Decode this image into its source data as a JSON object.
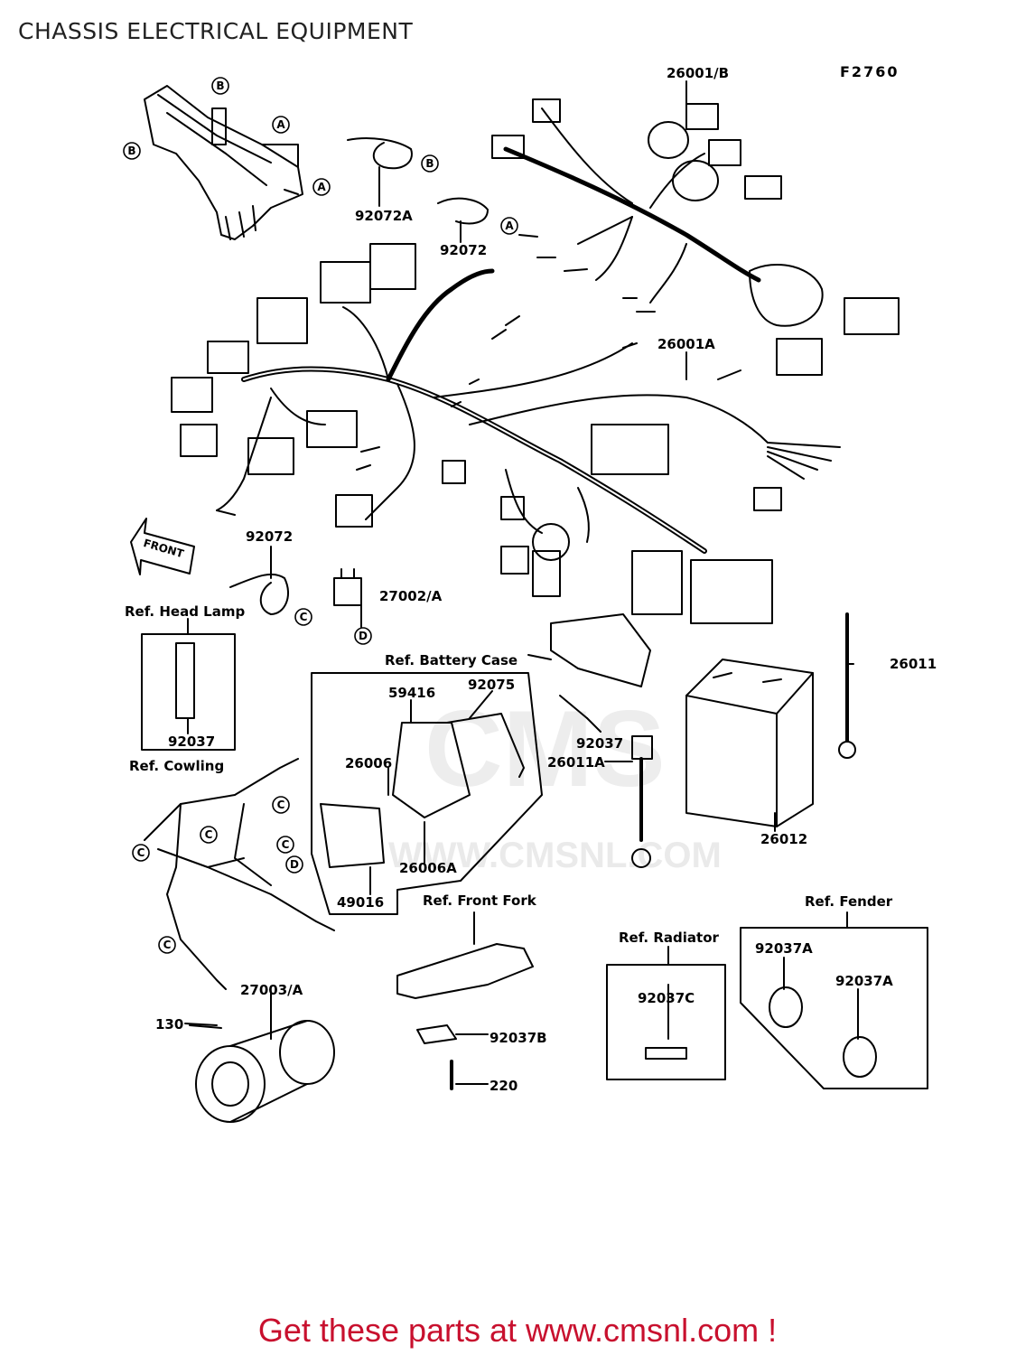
{
  "header": {
    "title": "CHASSIS ELECTRICAL EQUIPMENT",
    "figure_code": "F2760"
  },
  "front_arrow_label": "FRONT",
  "watermark": {
    "line1": "CMS",
    "line2": "WWW.CMSNL.COM"
  },
  "part_numbers": {
    "p26001B": "26001/B",
    "p92072A": "92072A",
    "p92072_top": "92072",
    "p26001A": "26001A",
    "p92072_mid": "92072",
    "p27002A": "27002/A",
    "p92037": "92037",
    "p59416": "59416",
    "p92075": "92075",
    "p92037_case": "92037",
    "p26011": "26011",
    "p26006": "26006",
    "p26011A": "26011A",
    "p26006A": "26006A",
    "p49016": "49016",
    "p26012": "26012",
    "p92037A_1": "92037A",
    "p92037A_2": "92037A",
    "p92037C": "92037C",
    "p27003A": "27003/A",
    "p130": "130",
    "p92037B": "92037B",
    "p220": "220"
  },
  "refs": {
    "head_lamp": "Ref. Head Lamp",
    "battery_case": "Ref. Battery Case",
    "cowling": "Ref. Cowling",
    "front_fork": "Ref. Front Fork",
    "radiator": "Ref. Radiator",
    "fender": "Ref. Fender"
  },
  "badges": [
    "A",
    "B",
    "C",
    "D"
  ],
  "footer": {
    "text": "Get these parts at www.cmsnl.com !"
  },
  "colors": {
    "line": "#000000",
    "footer": "#c8102e",
    "watermark": "#e6e6e6"
  }
}
